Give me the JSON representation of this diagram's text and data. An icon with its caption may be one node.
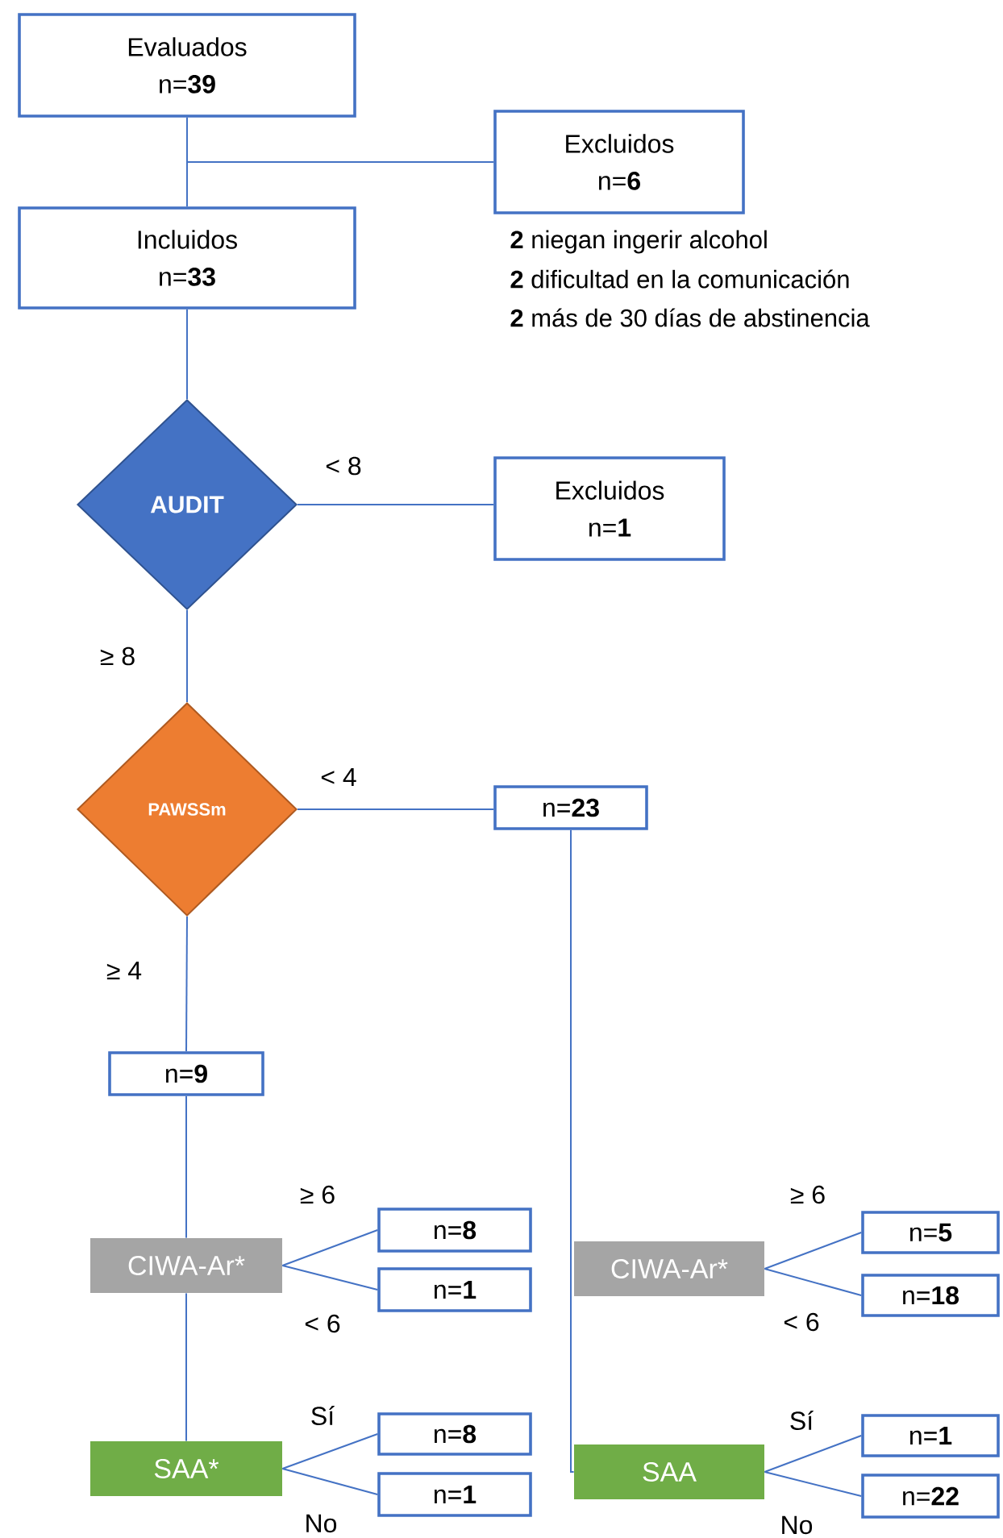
{
  "diagram": {
    "nodes": [
      {
        "text": [
          "Evaluados",
          "n=**39**"
        ]
      },
      {
        "text": [
          "Excluidos",
          "n=**6**"
        ],
        "beside": [
          "**2** niegan ingerir alcohol",
          "**2** dificultad en la comunicación",
          "**2** más de 30 días de abstinencia"
        ]
      },
      {
        "text": [
          "Incluidos",
          "n=**33**"
        ]
      },
      {
        "text": [
          "AUDIT"
        ]
      },
      {
        "text": [
          "Excluidos",
          "n=**1**"
        ]
      },
      {
        "text": [
          "PAWSSm"
        ]
      },
      {
        "text": [
          "n=**23**"
        ]
      },
      {
        "text": [
          "n=**9**"
        ]
      },
      {
        "text": [
          "CIWA-Ar*"
        ]
      },
      {
        "text": [
          "n=**8**"
        ]
      },
      {
        "text": [
          "n=**1**"
        ]
      },
      {
        "text": [
          "SAA*"
        ]
      },
      {
        "text": [
          "n=**8**"
        ]
      },
      {
        "text": [
          "n=**1**"
        ]
      },
      {
        "text": [
          "CIWA-Ar*"
        ]
      },
      {
        "text": [
          "n=**5**"
        ]
      },
      {
        "text": [
          "n=**18**"
        ]
      },
      {
        "text": [
          "SAA"
        ]
      },
      {
        "text": [
          "n=**1**"
        ]
      },
      {
        "text": [
          "n=**22**"
        ]
      }
    ],
    "edges": [
      {
        "from": 0,
        "to": 1,
        "arrow": "none"
      },
      {
        "from": 0,
        "to": 2,
        "arrow": "none"
      },
      {
        "from": 2,
        "to": 3,
        "arrow": "none"
      },
      {
        "from": 3,
        "to": 4,
        "arrow": "none",
        "label": "< 8"
      },
      {
        "from": 3,
        "to": 5,
        "arrow": "none",
        "label": "≥ 8"
      },
      {
        "from": 5,
        "to": 6,
        "arrow": "none",
        "label": "< 4"
      },
      {
        "from": 5,
        "to": 7,
        "arrow": "none",
        "label": "≥ 4"
      },
      {
        "from": 7,
        "to": 8,
        "arrow": "none"
      },
      {
        "from": 8,
        "to": 9,
        "arrow": "none",
        "label": "≥ 6"
      },
      {
        "from": 8,
        "to": 10,
        "arrow": "none",
        "label": "< 6"
      },
      {
        "from": 8,
        "to": 11,
        "arrow": "none"
      },
      {
        "from": 11,
        "to": 12,
        "arrow": "none",
        "label": "Sí"
      },
      {
        "from": 11,
        "to": 13,
        "arrow": "none",
        "label": "No"
      },
      {
        "from": 6,
        "to": 17,
        "arrow": "none"
      },
      {
        "from": 14,
        "to": 15,
        "arrow": "none",
        "label": "≥ 6"
      },
      {
        "from": 14,
        "to": 16,
        "arrow": "none",
        "label": "< 6"
      },
      {
        "from": 17,
        "to": 18,
        "arrow": "none",
        "label": "Sí"
      },
      {
        "from": 17,
        "to": 19,
        "arrow": "none",
        "label": "No"
      }
    ]
  }
}
